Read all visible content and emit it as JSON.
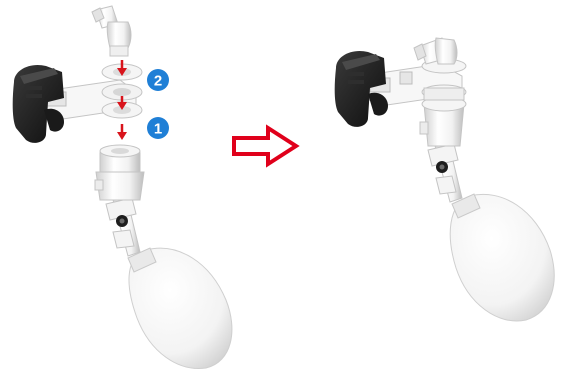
{
  "steps": [
    {
      "label": "2",
      "color": "#1f7fd6"
    },
    {
      "label": "1",
      "color": "#1f7fd6"
    }
  ],
  "colors": {
    "background": "#ffffff",
    "arrow_stroke": "#e0001b",
    "down_arrow": "#d8141c",
    "white_plastic": "#ffffff",
    "plastic_shade": "#d9d9d9",
    "rubber_dark": "#1c1c1c"
  },
  "icons": {
    "before": "float-valve-exploded-view",
    "after": "float-valve-assembled-view",
    "transition": "right-arrow-outline-icon"
  }
}
